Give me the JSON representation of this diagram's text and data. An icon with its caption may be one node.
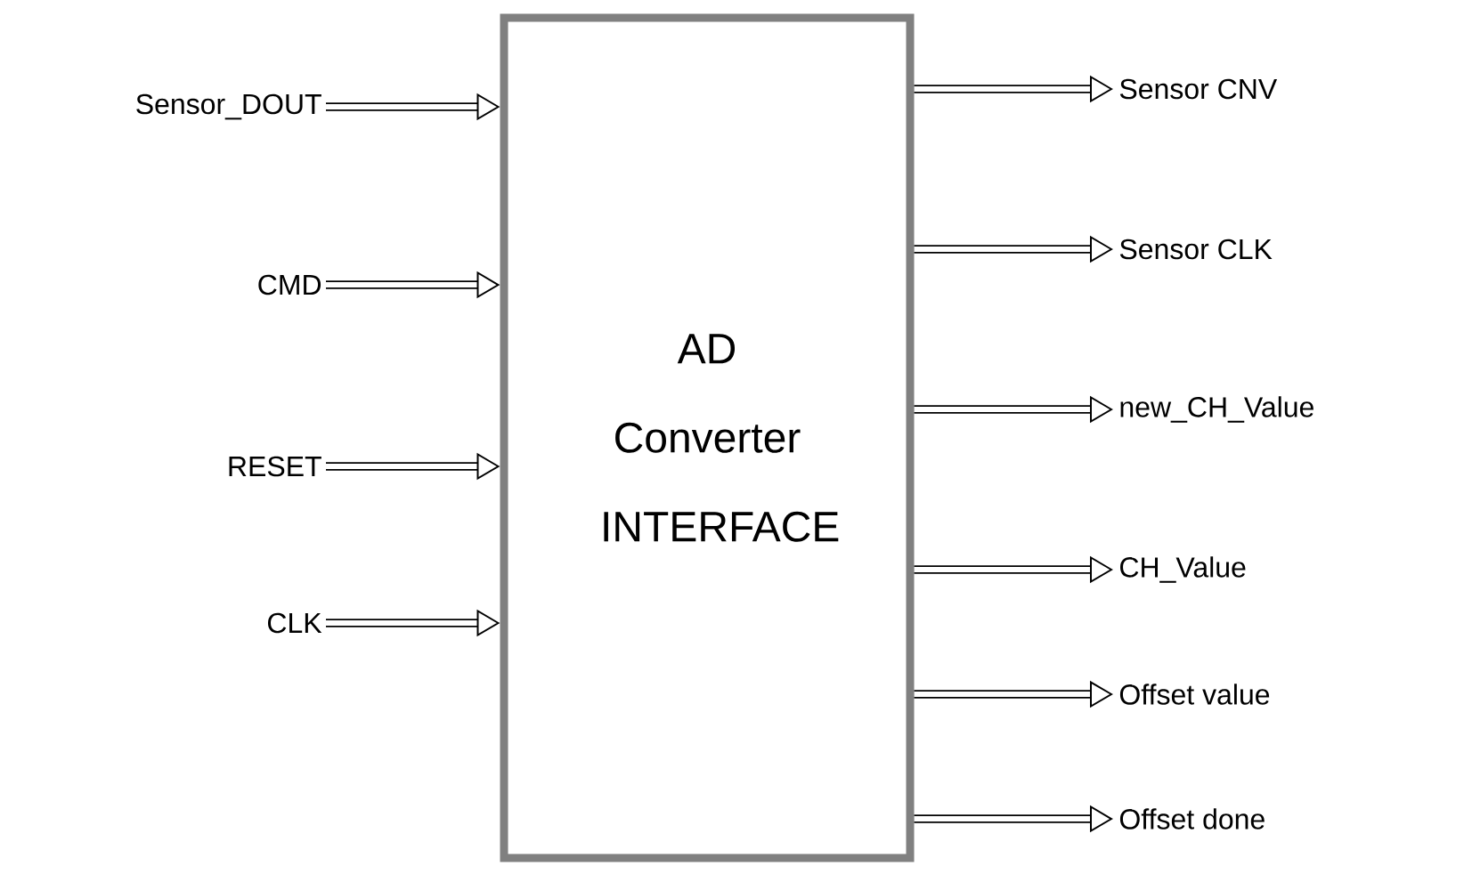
{
  "diagram": {
    "nodes": [
      {
        "text": [
          "AD Converter INTERFACE"
        ]
      },
      {
        "text": [
          "Sensor_DOUT"
        ]
      },
      {
        "text": [
          "CMD"
        ]
      },
      {
        "text": [
          "RESET"
        ]
      },
      {
        "text": [
          "CLK"
        ]
      },
      {
        "text": [
          "Sensor CNV"
        ]
      },
      {
        "text": [
          "Sensor CLK"
        ]
      },
      {
        "text": [
          "new_CH_Value"
        ]
      },
      {
        "text": [
          "CH_Value"
        ]
      },
      {
        "text": [
          "Offset value"
        ]
      },
      {
        "text": [
          "Offset done"
        ]
      }
    ],
    "edges": [
      {
        "from": 1,
        "to": 0,
        "arrow": "to"
      },
      {
        "from": 2,
        "to": 0,
        "arrow": "to"
      },
      {
        "from": 3,
        "to": 0,
        "arrow": "to"
      },
      {
        "from": 4,
        "to": 0,
        "arrow": "to"
      },
      {
        "from": 0,
        "to": 5,
        "arrow": "to"
      },
      {
        "from": 0,
        "to": 6,
        "arrow": "to"
      },
      {
        "from": 0,
        "to": 7,
        "arrow": "to"
      },
      {
        "from": 0,
        "to": 8,
        "arrow": "to"
      },
      {
        "from": 0,
        "to": 9,
        "arrow": "to"
      },
      {
        "from": 0,
        "to": 10,
        "arrow": "to"
      }
    ]
  }
}
